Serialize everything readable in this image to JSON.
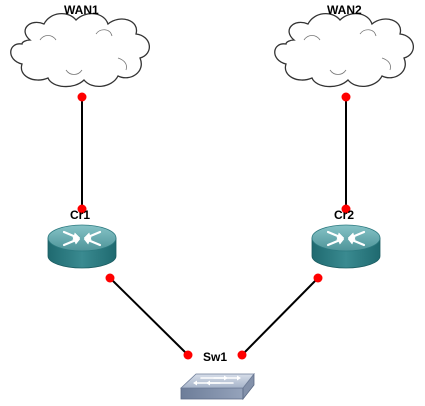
{
  "nodes": {
    "wan1": {
      "label": "WAN1",
      "kind": "cloud"
    },
    "wan2": {
      "label": "WAN2",
      "kind": "cloud"
    },
    "cr1": {
      "label": "Cr1",
      "kind": "router"
    },
    "cr2": {
      "label": "Cr2",
      "kind": "router"
    },
    "sw1": {
      "label": "Sw1",
      "kind": "switch"
    }
  },
  "links": [
    {
      "from": "WAN1",
      "to": "Cr1"
    },
    {
      "from": "WAN2",
      "to": "Cr2"
    },
    {
      "from": "Cr1",
      "to": "Sw1"
    },
    {
      "from": "Cr2",
      "to": "Sw1"
    }
  ],
  "colors": {
    "link": "#000000",
    "port_dot": "#ff0000",
    "router_top": "#5fa3a8",
    "router_side": "#2d7a80",
    "switch_top": "#b9c4d6",
    "switch_side": "#7f8ea8",
    "cloud_stroke": "#333333"
  }
}
